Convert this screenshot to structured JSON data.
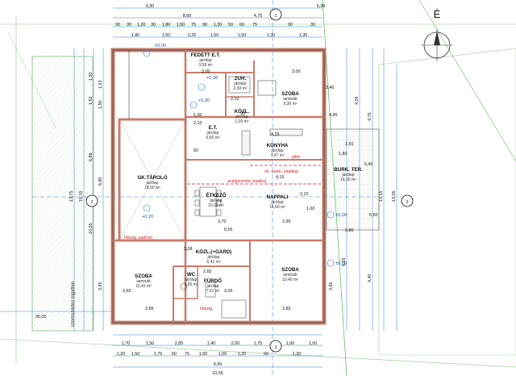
{
  "title": {
    "floor": "FEDETT E.T.",
    "compass": "É",
    "section_marks": [
      "1",
      "2",
      "2",
      "1"
    ]
  },
  "rooms": [
    {
      "id": "pedett_et",
      "name": "FEDETT E.T.",
      "sub1": "járólap",
      "area": "3,58 m²"
    },
    {
      "id": "zuh",
      "name": "ZUH.",
      "sub1": "járólap",
      "area": "2,30 m²"
    },
    {
      "id": "szoba1",
      "name": "SZOBA",
      "sub1": "laminált",
      "area": "9,30 m²"
    },
    {
      "id": "kozl",
      "name": "KÖZL.",
      "sub1": "járólap",
      "area": "1,05 m²"
    },
    {
      "id": "et",
      "name": "E.T.",
      "sub1": "járólap",
      "area": "6,66 m²"
    },
    {
      "id": "konyha",
      "name": "KONYHA",
      "sub1": "járólap",
      "area": "7,47 m²"
    },
    {
      "id": "gktarolo",
      "name": "GK.TÁROLÓ",
      "sub1": "járólap",
      "area": "18,00 m²"
    },
    {
      "id": "etkezo",
      "name": "ÉTKEZŐ",
      "sub1": "járólap",
      "area": "10,03 m²"
    },
    {
      "id": "nappali",
      "name": "NAPPALI",
      "sub1": "járólap",
      "area": "16,60 m²"
    },
    {
      "id": "burk",
      "name": "BURK. TER.",
      "sub1": "járólap",
      "area": "16,20 m²"
    },
    {
      "id": "kozl2",
      "name": "KÖZL.(+GARD)",
      "sub1": "járólap",
      "area": "6,41 m²"
    },
    {
      "id": "szoba2",
      "name": "SZOBA",
      "sub1": "laminált",
      "area": "10,41 m²"
    },
    {
      "id": "wc",
      "name": "WC",
      "sub1": "járólap",
      "area": "1,55 m²"
    },
    {
      "id": "furdo",
      "name": "FÜRDŐ",
      "sub1": "járólap",
      "area": "7,61 m²"
    },
    {
      "id": "szoba3",
      "name": "SZOBA",
      "sub1": "laminált",
      "area": "10,40 m²"
    }
  ],
  "notes": {
    "pillar": "pillér",
    "beam": "vb. szerk. (statika)",
    "beam_dim": "4,15",
    "beam2": "acélgerenda (statika)",
    "floor_heat1": "hőszig. padl.fel.",
    "floor_heat2": "hőszig.",
    "plot_line": "szomszédos ingatlan"
  },
  "levels": {
    "l1": "±0,00",
    "l2": "+0,38",
    "l3": "+0,20",
    "l4": "±0,28",
    "l5": "±0,00",
    "l6": "+0,30"
  },
  "dims": {
    "top_a": "3,30",
    "top_b": "4,75",
    "top_c": "5,38",
    "top_total": "8,60",
    "top_row": [
      "90",
      "30",
      "1,20",
      "30",
      "1,80",
      "1,50",
      "75",
      "90",
      "1,30",
      "50",
      "60",
      "75",
      "90",
      "30"
    ],
    "top_row2": [
      "1,80",
      "1,50",
      "2,20",
      "1,50",
      "1,50",
      "1,30",
      "1,35"
    ],
    "bottom_row": [
      "1,70",
      "1,50",
      "2,85",
      "1,40",
      "2,00",
      "1,75",
      "1,00",
      "1,00"
    ],
    "bottom_row2": [
      "1,20",
      "1,50",
      "1,75",
      "60",
      "75",
      "1,50",
      "1,00",
      "1,20",
      "60",
      "1,30"
    ],
    "bottom_total": "9,95",
    "bottom_total2": "10,55",
    "left_a": "13,75",
    "left_b": "15,15",
    "left_c": "10,55",
    "right_a": "13,55",
    "right_b": "13,05",
    "right_c": "4,70",
    "right_d": "6,25",
    "right_e": "4,40",
    "right_f": "3,85",
    "right_g": "4,05",
    "side_30": "30,00",
    "left_1": "1,23",
    "left_2": "1,50",
    "left_3": "3,85",
    "left_4": "6,80",
    "left_5": "6,89",
    "left_6": "1,50",
    "left_7": "1,52",
    "inner_1": "3,00",
    "inner_2": "2,10",
    "inner_3": "1,00",
    "inner_4": "2,10",
    "inner_5": "3,70",
    "inner_6": "6,65",
    "inner_7": "2,95",
    "inner_8": "2,85",
    "inner_9": "2,85",
    "inner_10": "4,15",
    "inner_11": "1,80",
    "inner_12": "2,80",
    "inner_13": "1,50",
    "inner_14": "3,05",
    "inner_15": "3,08",
    "inner_16": "3,00",
    "inner_17": "2,65",
    "inner_18": "90",
    "inner_19": "60",
    "inner_20": "1,60",
    "inner_21": "3,65",
    "inner_22": "3,40",
    "inner_23": "4,95",
    "inner_24": "2,10",
    "inner_25": "5,40",
    "inner_26": "6,50"
  },
  "colors": {
    "wall": "#c87c6a",
    "wall_dark": "#444444",
    "dim_line": "#2a7fd4",
    "plot_line": "#4caf50",
    "red_text": "#cc2222",
    "grid": "#d7e9d4"
  }
}
